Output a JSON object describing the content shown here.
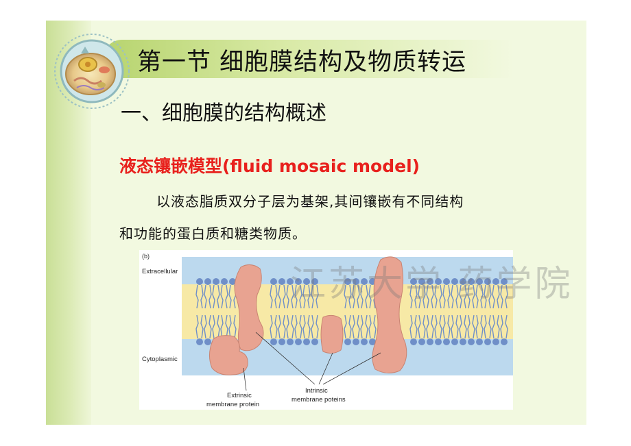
{
  "title": "第一节 细胞膜结构及物质转运",
  "subtitle": "一、细胞膜的结构概述",
  "model_heading": "液态镶嵌模型(fluid mosaic model)",
  "body_line1": "以液态脂质双分子层为基架,其间镶嵌有不同结构",
  "body_line2": "和功能的蛋白质和糖类物质。",
  "figure": {
    "panel_label": "(b)",
    "label_extracellular": "Extracellular",
    "label_cytoplasmic": "Cytoplasmic",
    "label_extrinsic": "Extrinsic\nmembrane protein",
    "label_extrinsic_1": "Extrinsic",
    "label_extrinsic_2": "membrane protein",
    "label_intrinsic_1": "Intrinsic",
    "label_intrinsic_2": "membrane poteins"
  },
  "watermark": "江苏大学 药学院",
  "colors": {
    "heading_red": "#e8211d",
    "slide_bg": "#f2f9e0",
    "membrane_blue": "#bcd9ee",
    "membrane_yellow": "#f7e9a6",
    "protein_pink": "#e8a391",
    "lipid_blue": "#6f8fc8"
  },
  "icons": [
    "cell-illustration-icon"
  ]
}
